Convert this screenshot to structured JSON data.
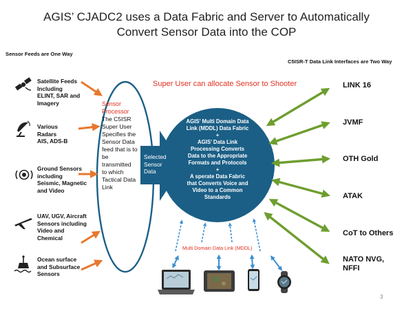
{
  "slide": {
    "title_line1": "AGIS’ CJADC2 uses a Data Fabric and Server to Automatically",
    "title_line2": "Convert Sensor Data into the COP",
    "left_header": "Sensor Feeds are One Way",
    "right_header": "C5ISR-T Data Link Interfaces are Two Way",
    "super_user": "Super User can allocate Sensor to Shooter",
    "page_number": "3"
  },
  "sensor_feeds": [
    {
      "icon": "satellite-icon",
      "lines": [
        "Satellite Feeds",
        "Including",
        "ELINT, SAR and",
        "Imagery"
      ]
    },
    {
      "icon": "radar-icon",
      "lines": [
        "Various",
        "Radars",
        "AIS, ADS-B"
      ]
    },
    {
      "icon": "ground-sensor-icon",
      "lines": [
        "Ground Sensors",
        "including",
        "Seismic, Magnetic",
        "and Video"
      ]
    },
    {
      "icon": "aircraft-icon",
      "lines": [
        "UAV, UGV, Aircraft",
        "Sensors including",
        "Video and",
        "Chemical"
      ]
    },
    {
      "icon": "buoy-icon",
      "lines": [
        "Ocean surface",
        "and Subsurface",
        "Sensors"
      ]
    }
  ],
  "processor": {
    "title_lines": [
      "Sensor",
      "Processor"
    ],
    "body_lines": [
      "The C5ISR",
      "Super User",
      "Specifies the",
      "Sensor Data",
      "feed that is to",
      "be",
      "transmitted",
      "to which",
      "Tactical Data",
      "Link"
    ]
  },
  "selected_arrow": {
    "lines": [
      "Selected",
      "Sensor",
      "Data"
    ]
  },
  "fabric": {
    "lines": [
      "AGIS’ Multi Domain Data",
      "Link (MDDL) Data Fabric",
      "+",
      "AGIS’ Data Link",
      "Processing Converts",
      "Data to the Appropriate",
      "Formats and Protocols",
      "+",
      "A sperate Data Fabric",
      "that Converts Voice and",
      "Video to a Common",
      "Standards"
    ]
  },
  "data_links": [
    {
      "lines": [
        "LINK 16"
      ]
    },
    {
      "lines": [
        "JVMF"
      ]
    },
    {
      "lines": [
        "OTH Gold"
      ]
    },
    {
      "lines": [
        "ATAK"
      ]
    },
    {
      "lines": [
        "CoT to Others"
      ]
    },
    {
      "lines": [
        "NATO NVG,",
        "NFFI"
      ]
    }
  ],
  "mddl_label": "Multi Domain Data Link (MDDL)",
  "devices": [
    {
      "icon": "laptop-icon"
    },
    {
      "icon": "rugged-tablet-icon"
    },
    {
      "icon": "smartphone-icon"
    },
    {
      "icon": "smartwatch-icon"
    }
  ],
  "colors": {
    "fabric_fill": "#1b5f86",
    "processor_outline": "#1b5f86",
    "accent_red": "#e03020",
    "orange_arrow": "#e8782e",
    "green_arrow": "#6e9e2e",
    "blue_arrow": "#3d8fd0"
  }
}
